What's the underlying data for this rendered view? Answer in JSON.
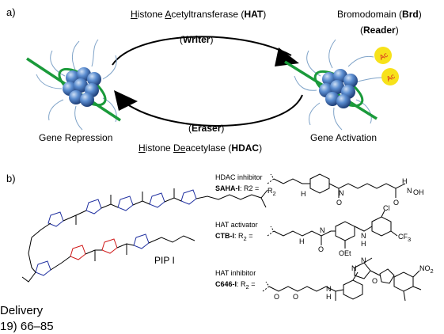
{
  "panel_a": {
    "label": "a)",
    "writer_title": {
      "u1": "H",
      "t1": "istone ",
      "u2": "A",
      "t2": "cetyltransferase (",
      "bold": "HAT",
      "t3": ")"
    },
    "writer_role": {
      "open": "(",
      "bold": "Writer",
      "close": ")"
    },
    "eraser_role": {
      "open": "(",
      "bold": "Eraser",
      "close": ")"
    },
    "eraser_title": {
      "u1": "H",
      "t1": "istone ",
      "u2": "De",
      "t2": "acetylase (",
      "bold": "HDAC",
      "t3": ")"
    },
    "reader_title": {
      "t1": "Bromodomain (",
      "bold": "Brd",
      "t2": ")"
    },
    "reader_role": {
      "open": "(",
      "bold": "Reader",
      "close": ")"
    },
    "left_caption": "Gene Repression",
    "right_caption": "Gene Activation",
    "acetyl_tag": "Ac"
  },
  "panel_b": {
    "label": "b)",
    "molecule_name": "PIP I",
    "r2_label": "R",
    "r2_sub": "2",
    "entries": [
      {
        "category": "HDAC inhibitor",
        "compound": "SAHA-I",
        "eq": ": R2 =",
        "groups": [
          "H",
          "O",
          "N",
          "O",
          "OH",
          "H",
          "N"
        ]
      },
      {
        "category": "HAT activator",
        "compound": "CTB-I",
        "eq": ": R",
        "eq_sub": "2",
        "eq_end": " =",
        "groups": [
          "H",
          "N",
          "O",
          "Cl",
          "CF",
          "3",
          "OEt",
          "N",
          "H"
        ]
      },
      {
        "category": "HAT inhibitor",
        "compound": "C646-I",
        "eq": ": R",
        "eq_sub": "2",
        "eq_end": " =",
        "groups": [
          "O",
          "O",
          "N",
          "N",
          "O",
          "NO",
          "2",
          "H",
          "N"
        ]
      }
    ]
  },
  "overlay_text": {
    "line1": "Delivery",
    "line2": "19) 66–85"
  },
  "colors": {
    "dna": "#1a9a3a",
    "histone": "#3f6fb0",
    "acetyl_fill": "#f7e21a",
    "acetyl_text": "#d62020",
    "pyrrole_blue": "#2030a0",
    "imidazole_red": "#d01818"
  }
}
